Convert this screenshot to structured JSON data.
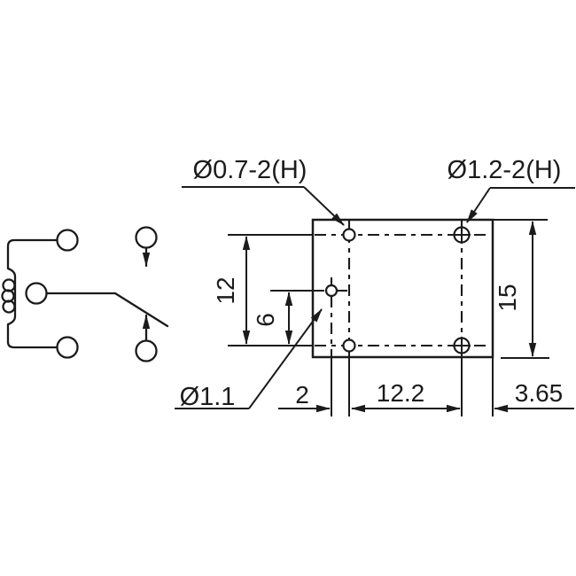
{
  "drawing": {
    "type": "relay footprint technical drawing",
    "colors": {
      "line": "#1b1b1b",
      "background": "#ffffff"
    },
    "labels": {
      "top_left_holes": "Ø0.7-2(H)",
      "top_right_holes": "Ø1.2-2(H)",
      "middle_hole": "Ø1.1"
    },
    "dimensions": {
      "pin_row_spacing": "12",
      "middle_pin_offset_y": "6",
      "body_height": "15",
      "middle_pin_offset_x": "2",
      "pin_column_spacing": "12.2",
      "right_edge_offset": "3.65"
    },
    "schematic": {
      "description": "SPDT relay symbol: coil with three pins left, changeover contact with two pins right"
    }
  }
}
